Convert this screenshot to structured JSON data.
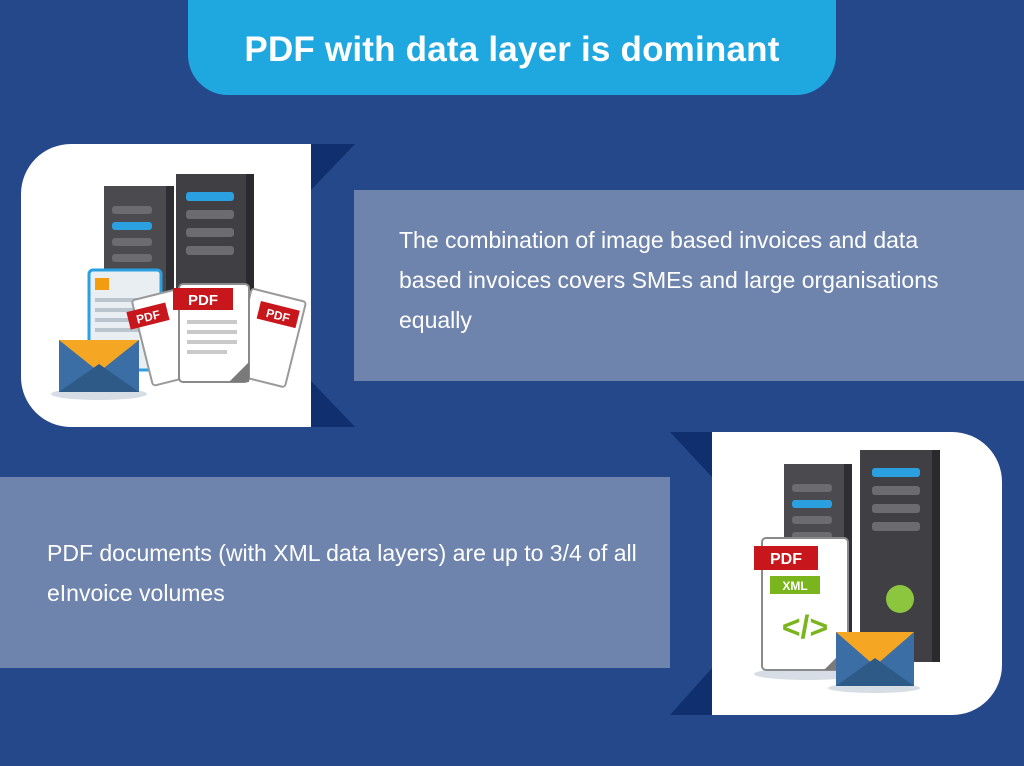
{
  "title": "PDF with data layer is dominant",
  "section_1": {
    "text": "The combination of image based invoices and data based invoices covers SMEs and large organisations equally",
    "illustration": {
      "pdf_label": "PDF"
    }
  },
  "section_2": {
    "text": "PDF documents (with XML data layers) are up to 3/4 of all eInvoice volumes",
    "illustration": {
      "pdf_label": "PDF",
      "xml_label": "XML",
      "code_glyph": "</>"
    }
  },
  "colors": {
    "background": "#25488a",
    "title_pill": "#1fa7df",
    "text_band": "#6f84ad",
    "accent_dark": "#0f2f6e",
    "pdf_red": "#c8161d",
    "xml_green": "#7ab51d",
    "envelope_orange": "#f5a623",
    "envelope_blue": "#3b6ea5"
  }
}
